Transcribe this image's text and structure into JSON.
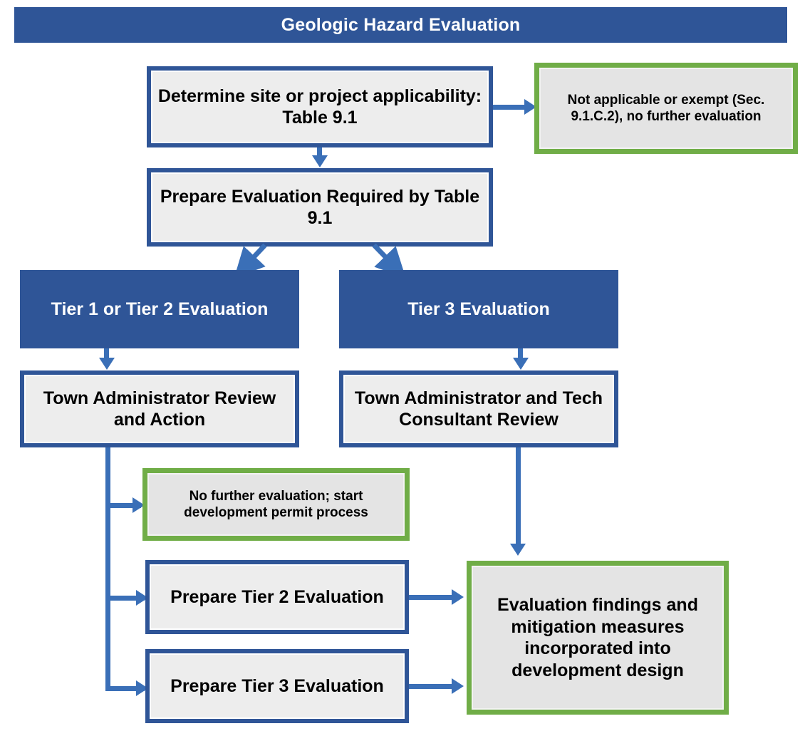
{
  "diagram": {
    "title": "Geologic Hazard Evaluation",
    "colors": {
      "blue": "#2F5597",
      "green": "#70AD47",
      "connector_blue": "#3A6FB7",
      "box_fill": "#EDEDED",
      "text_dark": "#000000",
      "text_light": "#FFFFFF"
    },
    "nodes": {
      "determine_applicability": "Determine site or project applicability: Table 9.1",
      "not_applicable": "Not applicable or exempt (Sec. 9.1.C.2), no further evaluation",
      "prepare_evaluation": "Prepare Evaluation Required by Table 9.1",
      "tier12": "Tier 1 or Tier 2 Evaluation",
      "tier3": "Tier 3 Evaluation",
      "town_admin_review": "Town Administrator Review and Action",
      "town_admin_tech": "Town Administrator and Tech Consultant Review",
      "no_further_eval": "No further evaluation; start development permit process",
      "prepare_tier2": "Prepare Tier 2 Evaluation",
      "prepare_tier3": "Prepare Tier 3 Evaluation",
      "findings": "Evaluation findings and mitigation measures incorporated into development design"
    },
    "edges": [
      {
        "from": "determine_applicability",
        "to": "not_applicable",
        "direction": "right"
      },
      {
        "from": "determine_applicability",
        "to": "prepare_evaluation",
        "direction": "down"
      },
      {
        "from": "prepare_evaluation",
        "to": "tier12",
        "direction": "down-left"
      },
      {
        "from": "prepare_evaluation",
        "to": "tier3",
        "direction": "down-right"
      },
      {
        "from": "tier12",
        "to": "town_admin_review",
        "direction": "down"
      },
      {
        "from": "tier3",
        "to": "town_admin_tech",
        "direction": "down"
      },
      {
        "from": "town_admin_review",
        "to": "no_further_eval",
        "direction": "down-then-right"
      },
      {
        "from": "town_admin_review",
        "to": "prepare_tier2",
        "direction": "down-then-right"
      },
      {
        "from": "town_admin_review",
        "to": "prepare_tier3",
        "direction": "down-then-right"
      },
      {
        "from": "town_admin_tech",
        "to": "findings",
        "direction": "down"
      },
      {
        "from": "prepare_tier2",
        "to": "findings",
        "direction": "right"
      },
      {
        "from": "prepare_tier3",
        "to": "findings",
        "direction": "right"
      }
    ]
  }
}
